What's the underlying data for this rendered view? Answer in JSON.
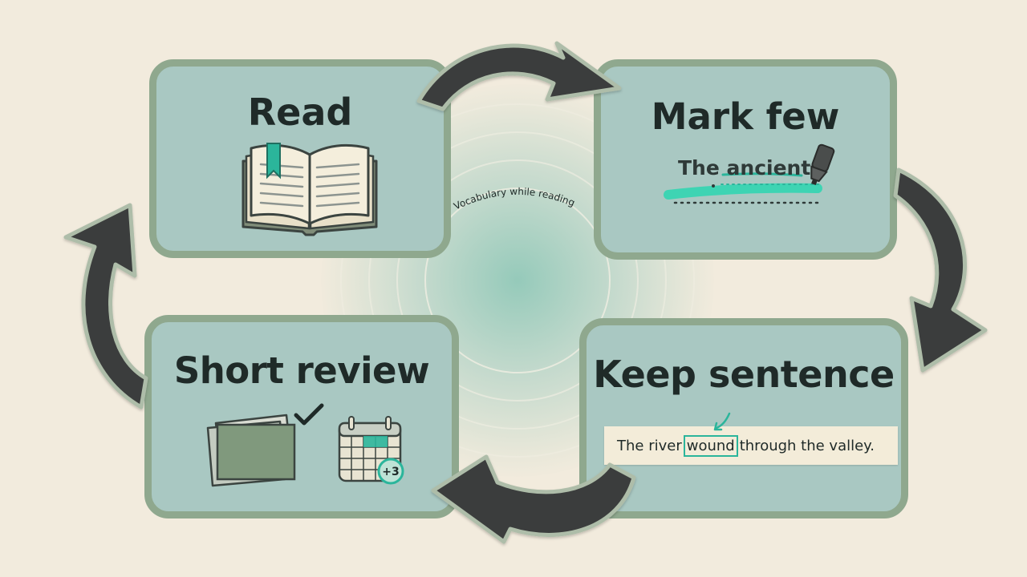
{
  "diagram": {
    "center_label": "Vocabulary while reading",
    "steps": [
      {
        "id": "read",
        "title": "Read"
      },
      {
        "id": "mark",
        "title": "Mark few"
      },
      {
        "id": "keep",
        "title": "Keep sentence"
      },
      {
        "id": "review",
        "title": "Short review"
      }
    ],
    "mark_example": {
      "word1": "The",
      "word2": "ancient"
    },
    "sentence": {
      "before": "The river",
      "highlight": "wound",
      "after": "through the valley."
    },
    "review_badge": "+3",
    "colors": {
      "background": "#f2ebdd",
      "card_fill": "#a9c8c2",
      "card_border": "#8fa88e",
      "accent": "#2bb59b",
      "arrow": "#3b3d3c",
      "text": "#1f2a28"
    },
    "icons": [
      "book-icon",
      "bookmark-icon",
      "marker-icon",
      "flashcards-icon",
      "checkmark-icon",
      "calendar-icon",
      "cycle-arrow-icon"
    ]
  }
}
